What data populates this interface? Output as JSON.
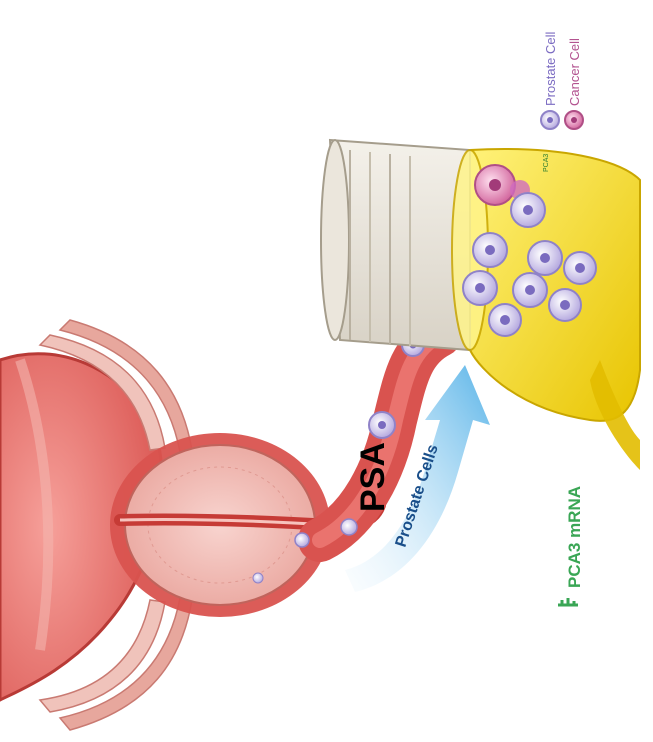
{
  "labels": {
    "psa": "PSA",
    "flow": "Prostate Cells",
    "mrna": "PCA3 mRNA",
    "jar_tag": "PCA3"
  },
  "legend": [
    {
      "label": "Prostate Cell",
      "icon": "prostate-cell-icon",
      "color": "#9b8fd0"
    },
    {
      "label": "Cancer Cell",
      "icon": "cancer-cell-icon",
      "color": "#d46aa0"
    }
  ],
  "colors": {
    "tissue": "#d9534f",
    "tissue_light": "#f2b8b0",
    "urine": "#f4d60a",
    "arrow": "#5ab4e8",
    "mrna": "#3aa655"
  }
}
